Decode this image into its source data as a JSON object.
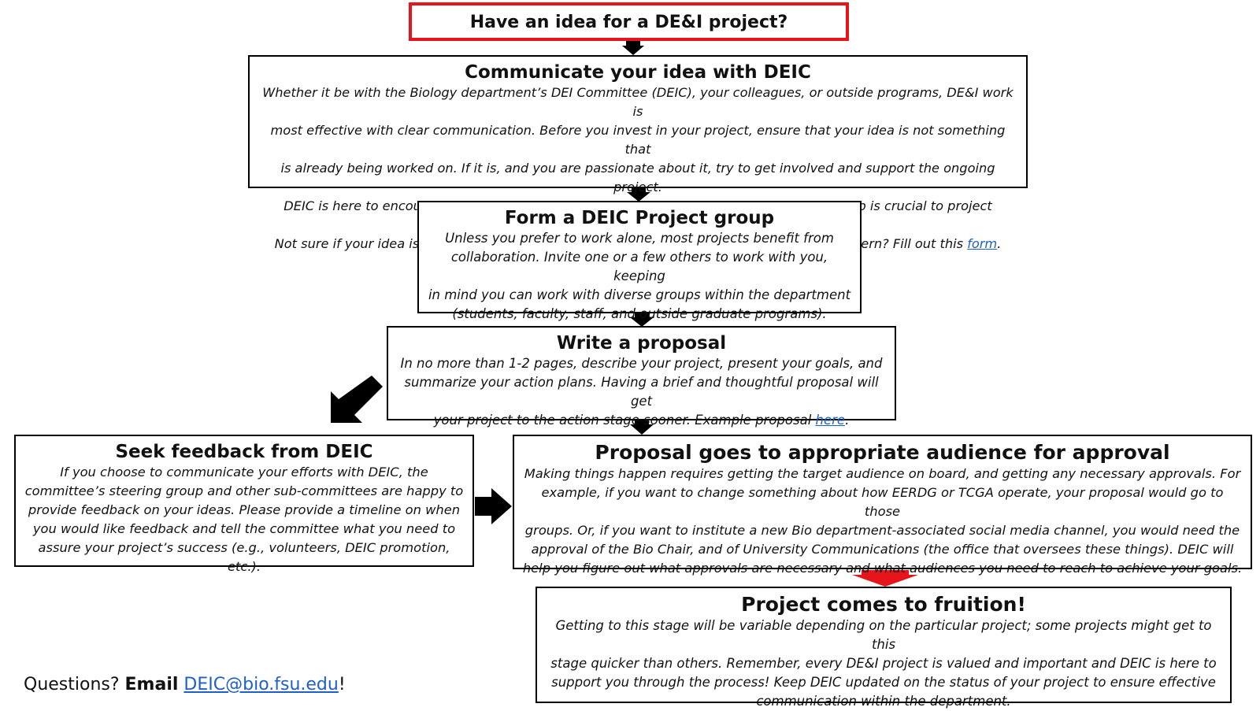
{
  "steps": {
    "idea": {
      "title": "Have an idea for a DE&I project?"
    },
    "communicate": {
      "title": "Communicate your idea with DEIC",
      "lines": [
        "Whether it be with the Biology department’s DEI Committee (DEIC), your colleagues, or outside programs, DE&I work is",
        "most effective with clear communication. Before you invest in your project, ensure that your idea is not something that",
        "is already being worked on. If it is, and you are passionate about it, try to get involved and support the ongoing project.",
        "DEIC is here to encourage all efforts within the department; keeping each other in the loop is crucial to project success."
      ],
      "last_line": "Not sure if your idea is being worked on? Email DEIC directly. Want to share an idea or concern? Fill out this ",
      "link": "form",
      "end": "."
    },
    "group": {
      "title": "Form a DEIC Project group",
      "lines": [
        "Unless you prefer to work alone, most projects benefit from",
        "collaboration. Invite one or a few others to work with you, keeping",
        "in mind you can work with diverse groups within the department",
        "(students, faculty, staff, and outside graduate programs)."
      ]
    },
    "proposal": {
      "title": "Write a proposal",
      "lines": [
        "In no more than 1-2 pages, describe your project, present your goals, and",
        "summarize your action plans. Having a brief and thoughtful proposal will get"
      ],
      "last_line": "your project to the action stage sooner. Example proposal ",
      "link": "here",
      "end": "."
    },
    "feedback": {
      "title": "Seek feedback from DEIC",
      "lines": [
        "If you choose to communicate your efforts with DEIC, the",
        "committee’s steering group and other sub-committees are happy to",
        "provide feedback on your ideas. Please provide a timeline on when",
        "you would like feedback and tell the committee what you need to",
        "assure your project’s success (e.g., volunteers, DEIC promotion, etc.)."
      ]
    },
    "approval": {
      "title": "Proposal goes to appropriate audience for approval",
      "lines": [
        "Making things happen requires getting the target audience on board, and getting any necessary approvals. For",
        "example, if you want to change something about how EERDG or TCGA operate, your proposal would go to those",
        "groups. Or, if you want to institute a new Bio department-associated social media channel, you would need the",
        "approval of the Bio Chair, and of University Communications (the office that oversees these things). DEIC will",
        "help you figure out what approvals are necessary and what audiences you need to reach to achieve your goals."
      ]
    },
    "fruition": {
      "title": "Project comes to fruition!",
      "lines": [
        "Getting to this stage will be variable depending on the particular project; some projects might get to this",
        "stage quicker than others. Remember, every DE&I project is valued and important and DEIC is here to",
        "support you through the process! Keep DEIC updated on the status of your project to ensure effective",
        "communication within the department."
      ]
    }
  },
  "footer": {
    "prefix": "Questions? ",
    "bold": "Email",
    "email": "DEIC@bio.fsu.edu",
    "suffix": "!"
  },
  "colors": {
    "highlight_border": "#e6141b",
    "arrow": "#000000",
    "final_arrow": "#e6141b",
    "link": "#1f5fc8"
  }
}
